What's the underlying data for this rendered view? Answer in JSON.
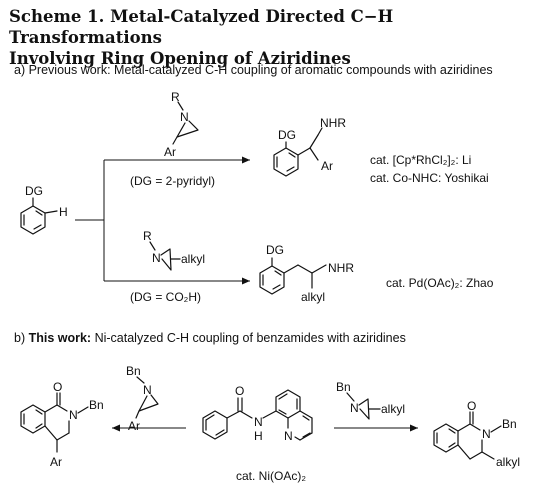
{
  "title": {
    "line1": "Scheme 1. Metal-Catalyzed Directed C−H Transformations",
    "line2": "Involving Ring Opening of Aziridines"
  },
  "section_a": {
    "label": "a) Previous work: Metal-catalyzed C-H coupling of aromatic compounds with aziridines",
    "start": {
      "dg": "DG",
      "h": "H"
    },
    "upper": {
      "aziridine_r": "R",
      "aziridine_n": "N",
      "aziridine_ar": "Ar",
      "condition": "(DG = 2-pyridyl)",
      "product_dg": "DG",
      "product_nhr": "NHR",
      "product_ar": "Ar",
      "cat_line1": "cat. [Cp*RhCl₂]₂: Li",
      "cat_line2": "cat. Co-NHC: Yoshikai"
    },
    "lower": {
      "aziridine_r": "R",
      "aziridine_n": "N",
      "aziridine_alkyl": "alkyl",
      "condition": "(DG = CO₂H)",
      "product_dg": "DG",
      "product_nhr": "NHR",
      "product_alkyl": "alkyl",
      "cat": "cat. Pd(OAc)₂: Zhao"
    }
  },
  "section_b": {
    "label_prefix": "b) ",
    "label_bold": "This work:",
    "label_rest": " Ni-catalyzed C-H coupling of benzamides with aziridines",
    "left_product": {
      "o": "O",
      "n": "N",
      "bn": "Bn",
      "ar": "Ar"
    },
    "left_aziridine": {
      "bn": "Bn",
      "n": "N",
      "ar": "Ar"
    },
    "substrate": {
      "o": "O",
      "n": "N",
      "h": "H",
      "qn": "N"
    },
    "right_aziridine": {
      "bn": "Bn",
      "n": "N",
      "alkyl": "alkyl"
    },
    "right_product": {
      "o": "O",
      "n": "N",
      "bn": "Bn",
      "alkyl": "alkyl"
    },
    "catalyst": "cat. Ni(OAc)₂"
  }
}
